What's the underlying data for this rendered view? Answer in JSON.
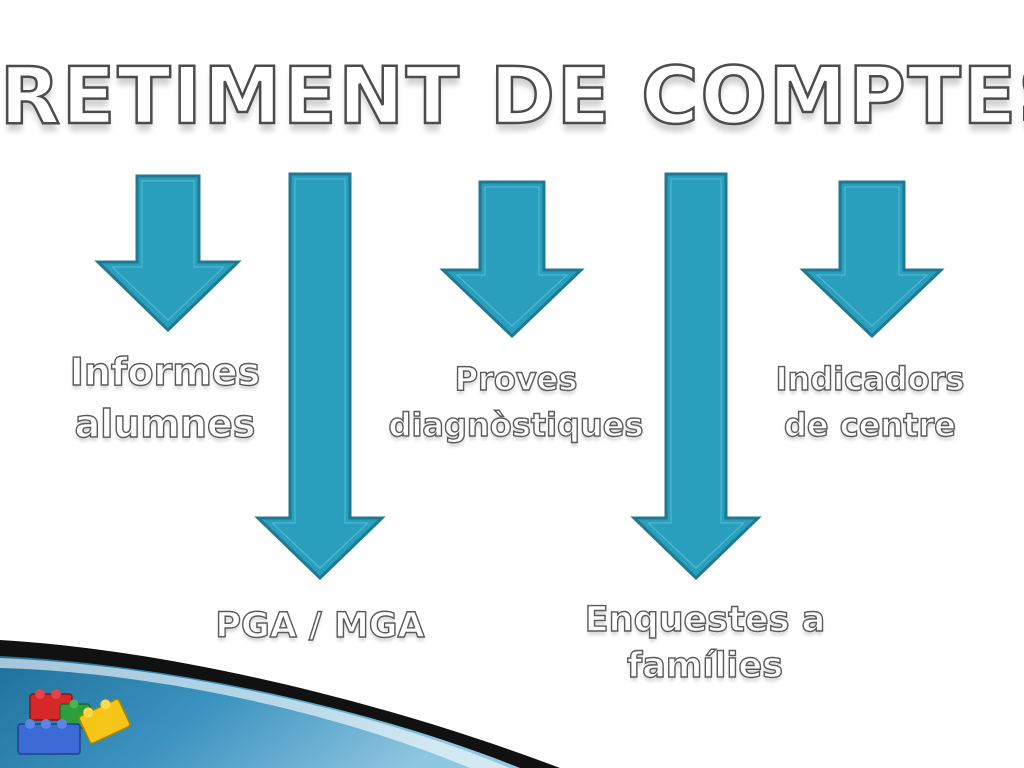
{
  "slide": {
    "title": "RETIMENT DE COMPTES:",
    "arrow_color": "#2a9fbd",
    "arrow_stroke": "#1f7a91",
    "items": [
      {
        "line1": "Informes",
        "line2": "alumnes"
      },
      {
        "line1": "PGA / MGA"
      },
      {
        "line1": "Proves",
        "line2": "diagnòstiques"
      },
      {
        "line1": "Enquestes a",
        "line2": "famílies"
      },
      {
        "line1": "Indicadors",
        "line2": "de centre"
      }
    ]
  },
  "decoration": {
    "logo": "lego-bricks-icon",
    "corner": "blue-swoosh-band"
  }
}
